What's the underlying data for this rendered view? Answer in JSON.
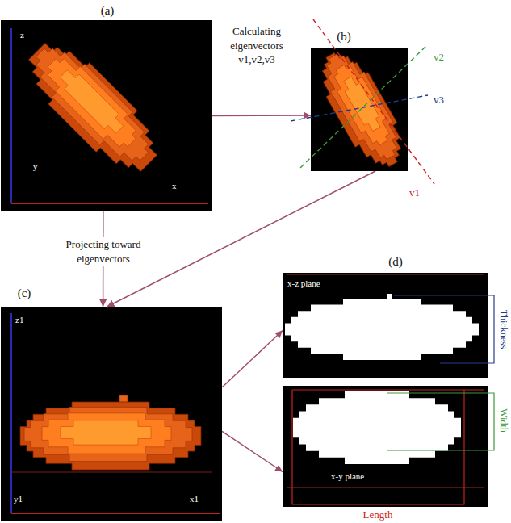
{
  "diagram": {
    "nodes": [
      {
        "text": [
          "(a)",
          "z",
          "y",
          "x"
        ]
      },
      {
        "text": [
          "(b)"
        ]
      },
      {
        "text": [
          "(c)",
          "z1",
          "y1",
          "x1"
        ]
      },
      {
        "text": [
          "(d)",
          "x-z plane"
        ]
      },
      {
        "text": [
          "x-y plane"
        ]
      }
    ],
    "edges": [
      {
        "from": 0,
        "to": 1,
        "arrow": "to",
        "label": "Calculating eigenvectors v1,v2,v3"
      },
      {
        "from": 1,
        "to": 2,
        "arrow": "to"
      },
      {
        "from": 0,
        "to": 2,
        "arrow": "to",
        "label": "Projecting toward eigenvectors"
      },
      {
        "from": 2,
        "to": 3,
        "arrow": "to"
      },
      {
        "from": 2,
        "to": 4,
        "arrow": "to"
      }
    ],
    "labels": [
      "v2",
      "v3",
      "v1",
      "Thickness",
      "Width",
      "Length"
    ]
  }
}
